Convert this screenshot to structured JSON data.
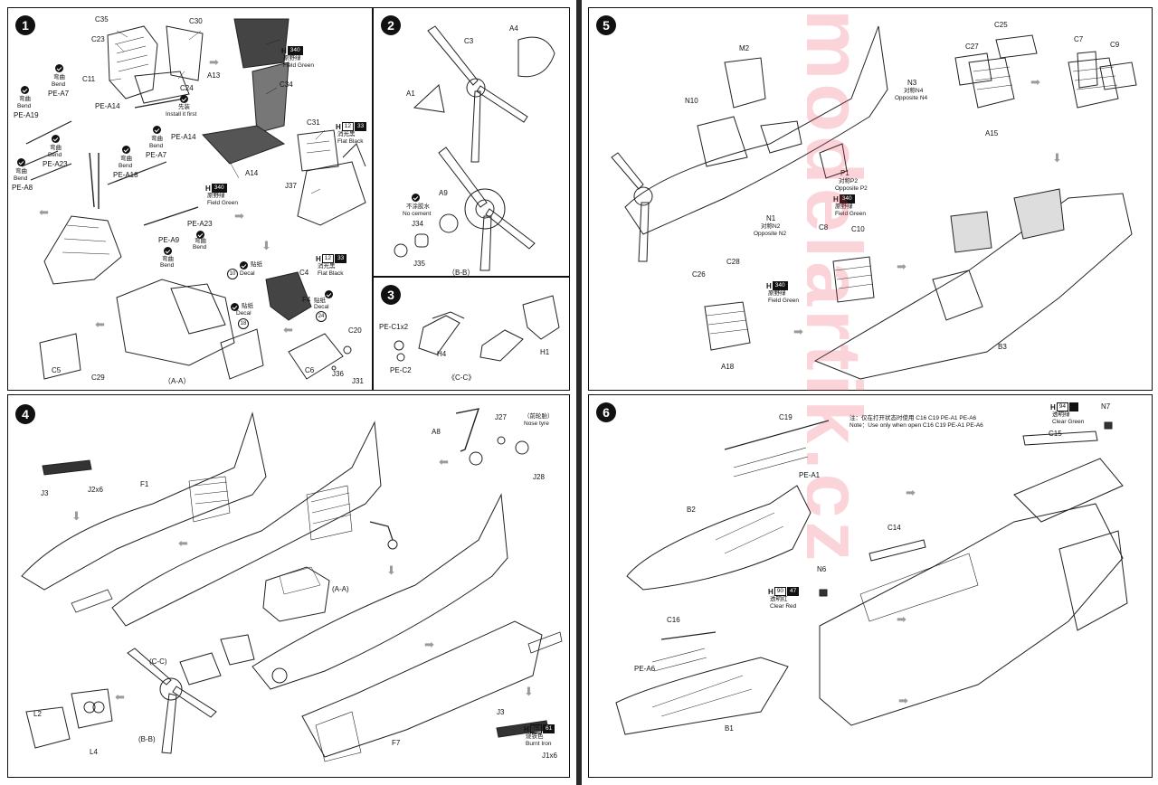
{
  "steps": {
    "s1": "1",
    "s2": "2",
    "s3": "3",
    "s4": "4",
    "s5": "5",
    "s6": "6"
  },
  "step1": {
    "parts": [
      "C35",
      "C30",
      "C23",
      "C11",
      "C24",
      "A13",
      "C34",
      "A14",
      "C31",
      "J37",
      "C4",
      "F4",
      "C20",
      "C5",
      "C29",
      "C6",
      "J36",
      "J31"
    ],
    "pe": [
      "PE-A7",
      "PE-A19",
      "PE-A14",
      "PE-A23",
      "PE-A18",
      "PE-A8",
      "PE-A9"
    ],
    "bend_cn": "弯曲",
    "bend_en": "Bend",
    "install_cn": "先装",
    "install_en": "Install it first",
    "paint_green": {
      "h": "H",
      "code": "340",
      "cn": "原野绿",
      "en": "Field Green"
    },
    "paint_black": {
      "h": "H",
      "n1": "12",
      "n2": "33",
      "cn": "消光黑",
      "en": "Flat Black"
    },
    "decal_cn": "贴纸",
    "decal_en": "Decal",
    "decals": [
      "10",
      "18",
      "24"
    ],
    "sub_label": "（A-A）"
  },
  "step2": {
    "parts": [
      "C3",
      "A4",
      "A1",
      "A9",
      "J34",
      "J35"
    ],
    "nocement_cn": "不涂胶水",
    "nocement_en": "No cement",
    "sub_label": "（B-B）"
  },
  "step3": {
    "parts": [
      "PE-C1x2",
      "PE-C2",
      "H4",
      "H1"
    ],
    "sub_label": "《C-C》"
  },
  "step4": {
    "parts": [
      "J3",
      "J2x6",
      "F1",
      "A8",
      "J27",
      "J28",
      "L2",
      "L4",
      "F7",
      "J1x6"
    ],
    "sub_aa": "(A-A)",
    "sub_cc": "(C-C)",
    "sub_bb": "(B-B)",
    "nose_cn": "（前轮胎）",
    "nose_en": "Nose tyre",
    "paint_burnt": {
      "h": "H",
      "n1": "76",
      "n2": "61",
      "cn": "烧铁色",
      "en": "Burnt Iron"
    }
  },
  "step5": {
    "parts": [
      "M2",
      "N10",
      "N3",
      "N1",
      "P1",
      "C25",
      "C27",
      "C7",
      "C9",
      "A15",
      "C8",
      "C10",
      "C28",
      "C26",
      "A18",
      "B3"
    ],
    "n3_cn": "对称N4",
    "n3_en": "Opposite N4",
    "n1_cn": "对称N2",
    "n1_en": "Opposite N2",
    "p1_cn": "对称P2",
    "p1_en": "Opposite P2",
    "paint_green": {
      "h": "H",
      "code": "340",
      "cn": "原野绿",
      "en": "Field Green"
    }
  },
  "step6": {
    "parts": [
      "C19",
      "PE-A1",
      "B2",
      "C15",
      "N7",
      "C14",
      "N6",
      "C16",
      "PE-A6",
      "B1"
    ],
    "note_cn": "注：仅在打开状态时使用 C16 C19 PE-A1 PE-A6",
    "note_en": "Note：Use only when open C16 C19 PE-A1 PE-A6",
    "paint_clear_green": {
      "h": "H",
      "code": "94",
      "cn": "透明绿",
      "en": "Clear Green"
    },
    "paint_clear_red": {
      "h": "H",
      "n1": "90",
      "n2": "47",
      "cn": "透明红",
      "en": "Clear Red"
    }
  },
  "watermark": "modelartik.cz",
  "colors": {
    "ink": "#111111",
    "arrow": "#9a9a9a",
    "watermark": "#eb3c50"
  }
}
